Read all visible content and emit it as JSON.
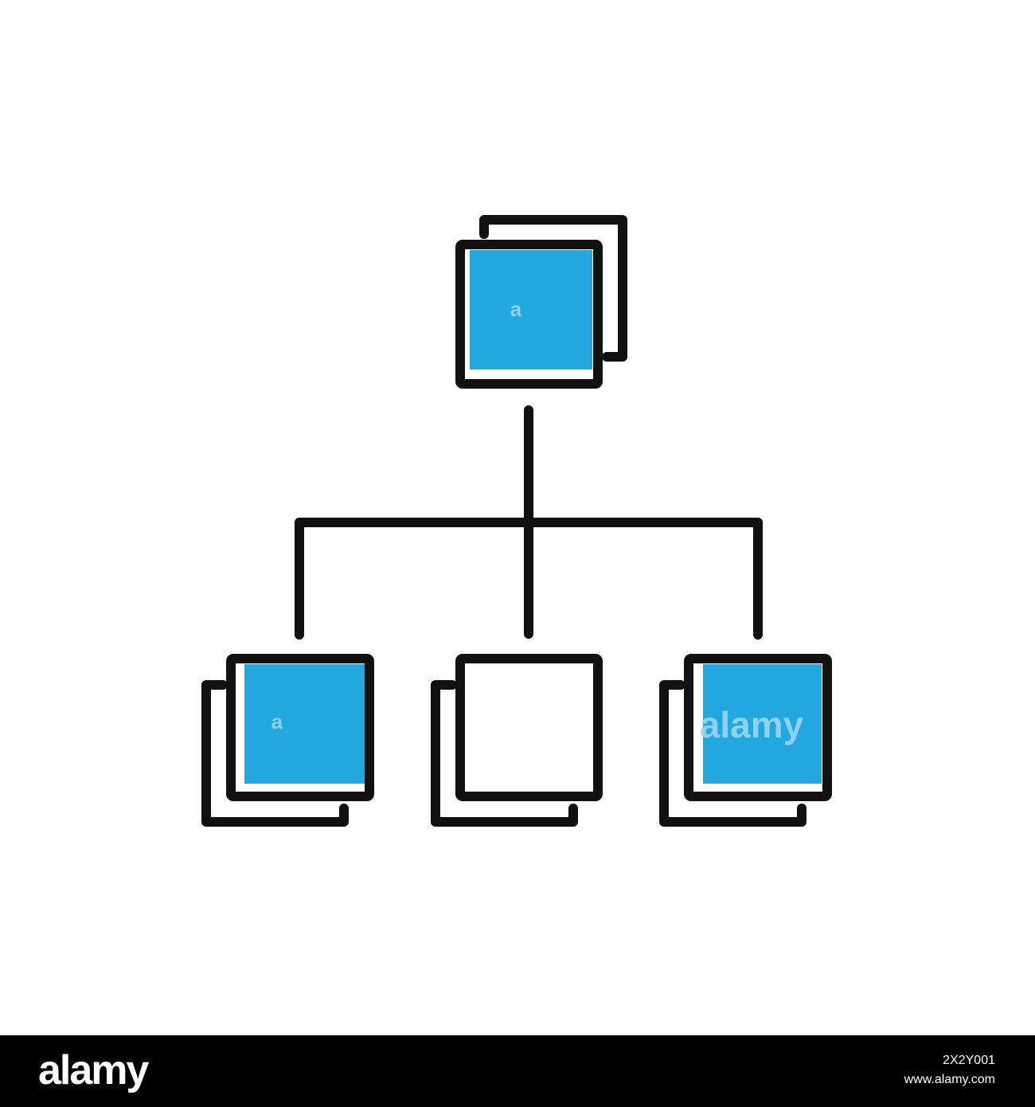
{
  "colors": {
    "fill": "#22a7df",
    "stroke": "#111111",
    "background": "#ffffff",
    "footer": "#000000"
  },
  "diagram": {
    "nodes": [
      {
        "id": "root",
        "level": 0,
        "filled": true,
        "watermark": "a"
      },
      {
        "id": "child-left",
        "level": 1,
        "filled": true,
        "watermark": "a"
      },
      {
        "id": "child-middle",
        "level": 1,
        "filled": false,
        "watermark": ""
      },
      {
        "id": "child-right",
        "level": 1,
        "filled": true,
        "watermark": "alamy"
      }
    ],
    "edges": [
      {
        "from": "root",
        "to": "child-left"
      },
      {
        "from": "root",
        "to": "child-middle"
      },
      {
        "from": "root",
        "to": "child-right"
      }
    ]
  },
  "footer": {
    "logo": "alamy",
    "image_id": "2X2Y001",
    "site": "www.alamy.com"
  }
}
